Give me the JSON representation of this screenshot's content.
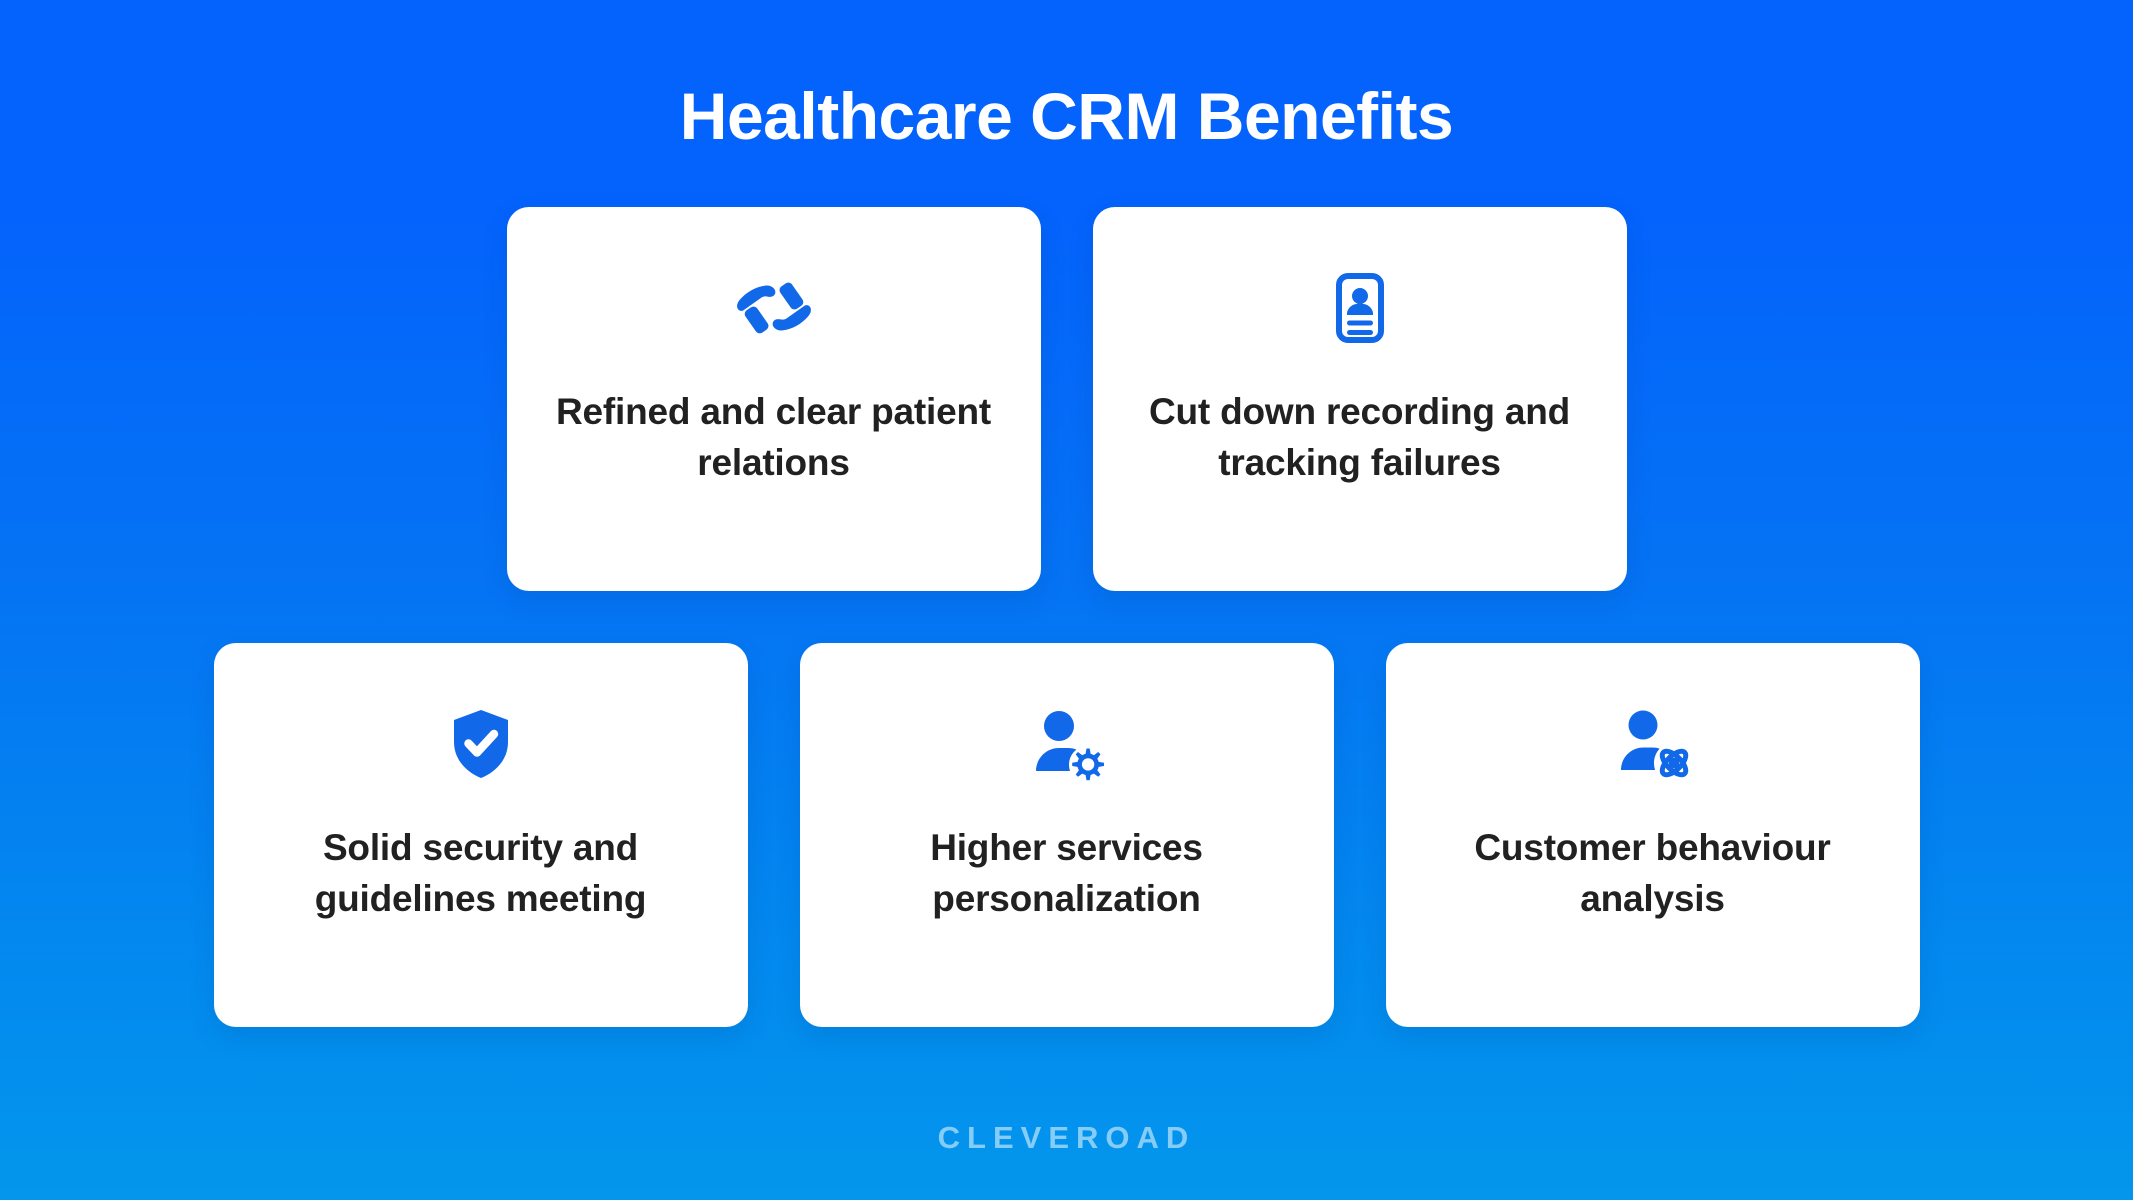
{
  "header": {
    "title": "Healthcare CRM Benefits"
  },
  "colors": {
    "background_top": "#0463fc",
    "background_bottom": "#0396ec",
    "card_background": "#ffffff",
    "icon_blue": "#1168e8",
    "card_text": "#212121",
    "title_text": "#ffffff",
    "wordmark": "#85cdf7"
  },
  "benefits": {
    "row_top": [
      {
        "icon": "caring-hands-icon",
        "label": "Refined and clear patient relations"
      },
      {
        "icon": "patient-id-card-icon",
        "label": "Cut down recording and tracking failures"
      }
    ],
    "row_bottom": [
      {
        "icon": "shield-check-icon",
        "label": "Solid security and guidelines meeting"
      },
      {
        "icon": "user-gear-icon",
        "label": "Higher services personalization"
      },
      {
        "icon": "user-atom-icon",
        "label": "Customer behaviour analysis"
      }
    ]
  },
  "footer": {
    "wordmark": "CLEVEROAD"
  }
}
